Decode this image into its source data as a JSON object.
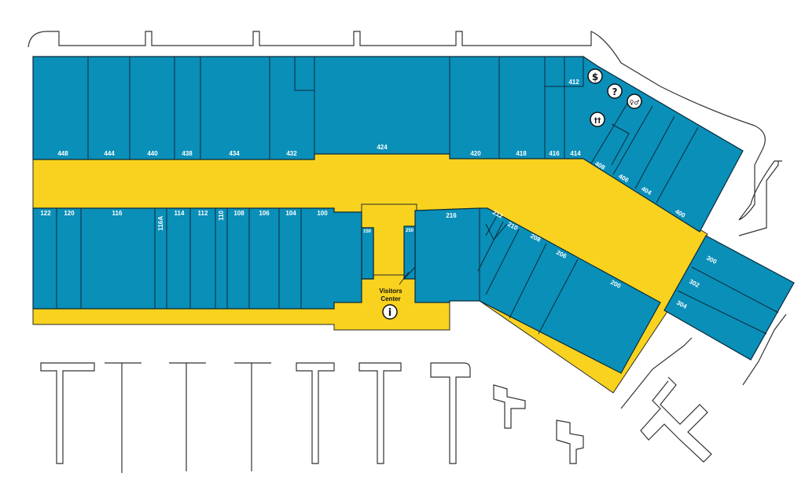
{
  "colors": {
    "store": "#0a8fb8",
    "walkway": "#f8d21f",
    "outline": "#333333"
  },
  "stores": {
    "s448": "448",
    "s444": "444",
    "s440": "440",
    "s438": "438",
    "s434": "434",
    "s432": "432",
    "s424": "424",
    "s420": "420",
    "s418": "418",
    "s416": "416",
    "s414": "414",
    "s412": "412",
    "s408": "408",
    "s406": "406",
    "s404": "404",
    "s400": "400",
    "s122": "122",
    "s120": "120",
    "s116": "116",
    "s116a": "116A",
    "s114": "114",
    "s112": "112",
    "s110": "110",
    "s108": "108",
    "s106": "106",
    "s104": "104",
    "s100": "100",
    "s150": "150",
    "s250": "250",
    "s216": "216",
    "s212": "212",
    "s210": "210",
    "s208": "208",
    "s206": "206",
    "s200": "200",
    "s300": "300",
    "s302": "302",
    "s304": "304"
  },
  "visitors_center": {
    "line1": "Visitors",
    "line2": "Center",
    "icon": "info-icon",
    "glyph": "i"
  },
  "amenities": [
    {
      "name": "atm-icon",
      "glyph": "$"
    },
    {
      "name": "help-icon",
      "glyph": "?"
    },
    {
      "name": "restroom-icon",
      "glyph": "♀♂"
    },
    {
      "name": "food-icon",
      "glyph": "††"
    }
  ]
}
